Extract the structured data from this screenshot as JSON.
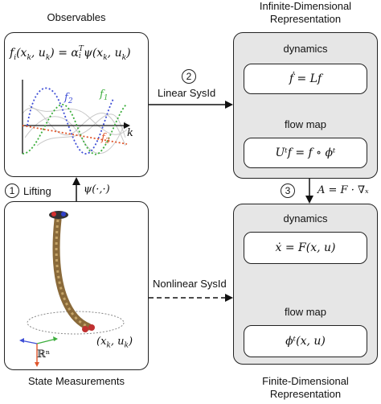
{
  "observables": {
    "title": "Observables",
    "equation": "f_i(x_k, u_k) = α_i^T ψ(x_k, u_k)",
    "eq_lhs": "f",
    "eq_lhs_sub": "i",
    "eq_args": "(x",
    "eq_args_sub": "k",
    "eq_args2": ", u",
    "eq_args2_sub": "k",
    "eq_mid": ") = α",
    "eq_mid_sub": "i",
    "eq_mid_sup": "T",
    "eq_rhs": "ψ(x",
    "eq_rhs_sub": "k",
    "eq_rhs2": ", u",
    "eq_rhs2_sub": "k",
    "eq_end": ")",
    "curve_labels": {
      "f1": "f",
      "f1_sub": "1",
      "f2": "f",
      "f2_sub": "2",
      "f3": "f",
      "f3_sub": "3",
      "k": "k"
    },
    "colors": {
      "f1": "#3cae3c",
      "f2": "#3f4fd6",
      "f3": "#e0552a"
    }
  },
  "infinite": {
    "title_line1": "Infinite-Dimensional",
    "title_line2": "Representation",
    "dynamics_label": "dynamics",
    "dynamics_eq": "ḟ = Lf",
    "flowmap_label": "flow map",
    "flowmap_eq": "Uᵗf = f ∘ ϕᵗ"
  },
  "finite": {
    "title_line1": "Finite-Dimensional",
    "title_line2": "Representation",
    "dynamics_label": "dynamics",
    "dynamics_eq": "ẋ = F(x, u)",
    "flowmap_label": "flow map",
    "flowmap_eq": "ϕᵗ(x, u)"
  },
  "state": {
    "title": "State Measurements",
    "space_label": "ℝⁿ",
    "point_label": "(x_k, u_k)",
    "point_x": "(x",
    "point_x_sub": "k",
    "point_u": ", u",
    "point_u_sub": "k",
    "point_end": ")"
  },
  "arrows": {
    "step1_num": "1",
    "step1_label": "Lifting",
    "lifting_map": "ψ(·,·)",
    "step2_num": "2",
    "step2_label": "Linear SysId",
    "step3_num": "3",
    "step3_eq": "A = F · ∇ₓ",
    "nonlinear_label": "Nonlinear SysId"
  }
}
